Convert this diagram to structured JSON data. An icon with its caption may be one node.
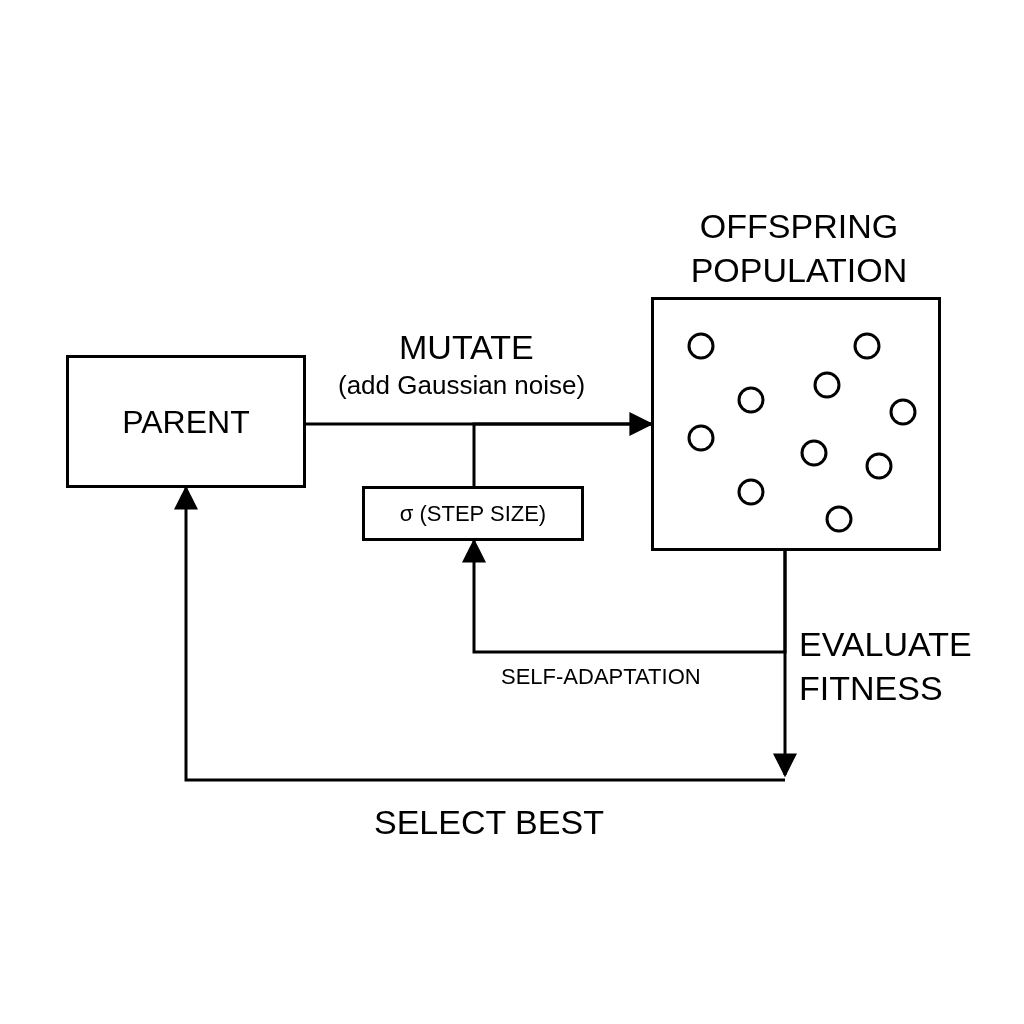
{
  "diagram": {
    "nodes": [
      {
        "text": [
          "PARENT"
        ]
      },
      {
        "text": [
          "OFFSPRING POPULATION"
        ]
      },
      {
        "text": [
          "σ (STEP SIZE)"
        ]
      }
    ],
    "edges": [
      {
        "from": 0,
        "to": 1,
        "arrow": "to",
        "label": "MUTATE"
      },
      {
        "from": 2,
        "to": 1,
        "arrow": "none"
      },
      {
        "from": 1,
        "to": null,
        "arrow": "to",
        "label": "EVALUATE FITNESS"
      },
      {
        "from": null,
        "to": 0,
        "arrow": "to",
        "label": "SELECT BEST"
      },
      {
        "from": 1,
        "to": 2,
        "arrow": "to",
        "label": "SELF-ADAPTATION"
      }
    ],
    "labels": [
      "(add Gaussian noise)"
    ]
  }
}
